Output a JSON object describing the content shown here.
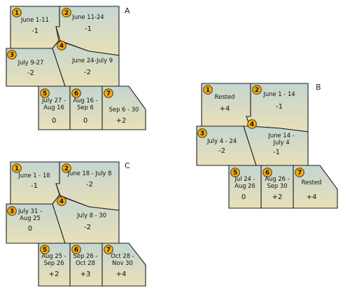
{
  "colors": {
    "cell_top": "#c4d6d1",
    "cell_bottom": "#e9e0b7",
    "badge": "#f2ac14",
    "outline": "#1f1f1f"
  },
  "panels": [
    {
      "letter": "A",
      "fields": [
        {
          "n": "1",
          "dates": [
            "June 1-11"
          ],
          "value": "-1"
        },
        {
          "n": "2",
          "dates": [
            "June 11-24"
          ],
          "value": "-1"
        },
        {
          "n": "3",
          "dates": [
            "July 9-27"
          ],
          "value": "-2"
        },
        {
          "n": "4",
          "dates": [
            "June 24-July 9"
          ],
          "value": "-2"
        },
        {
          "n": "5",
          "dates": [
            "July 27 -",
            "Aug 16"
          ],
          "value": "0"
        },
        {
          "n": "6",
          "dates": [
            "Aug 16 -",
            "Sep 6"
          ],
          "value": "0"
        },
        {
          "n": "7",
          "dates": [
            "Sep 6 - 30"
          ],
          "value": "+2"
        }
      ]
    },
    {
      "letter": "B",
      "fields": [
        {
          "n": "1",
          "dates": [
            "Rested"
          ],
          "value": "+4"
        },
        {
          "n": "2",
          "dates": [
            "June 1 - 14"
          ],
          "value": "-1"
        },
        {
          "n": "3",
          "dates": [
            "July 4 - 24"
          ],
          "value": "-2"
        },
        {
          "n": "4",
          "dates": [
            "June 14 -",
            "July 4"
          ],
          "value": "-1"
        },
        {
          "n": "5",
          "dates": [
            "Jul 24 -",
            "Aug 26"
          ],
          "value": "0"
        },
        {
          "n": "6",
          "dates": [
            "Aug 26 -",
            "Sep 30"
          ],
          "value": "+2"
        },
        {
          "n": "7",
          "dates": [
            "Rested"
          ],
          "value": "+4"
        }
      ]
    },
    {
      "letter": "C",
      "fields": [
        {
          "n": "1",
          "dates": [
            "June 1 - 18"
          ],
          "value": "-1"
        },
        {
          "n": "2",
          "dates": [
            "June 18 - July 8"
          ],
          "value": "-2"
        },
        {
          "n": "3",
          "dates": [
            "July 31 -",
            "Aug 25"
          ],
          "value": "0"
        },
        {
          "n": "4",
          "dates": [
            "July 8 - 30"
          ],
          "value": "-2"
        },
        {
          "n": "5",
          "dates": [
            "Aug 25 -",
            "Sep 26"
          ],
          "value": "+2"
        },
        {
          "n": "6",
          "dates": [
            "Sep 26 -",
            "Oct 28"
          ],
          "value": "+3"
        },
        {
          "n": "7",
          "dates": [
            "Oct 28 -",
            "Nov 30"
          ],
          "value": "+4"
        }
      ]
    }
  ]
}
